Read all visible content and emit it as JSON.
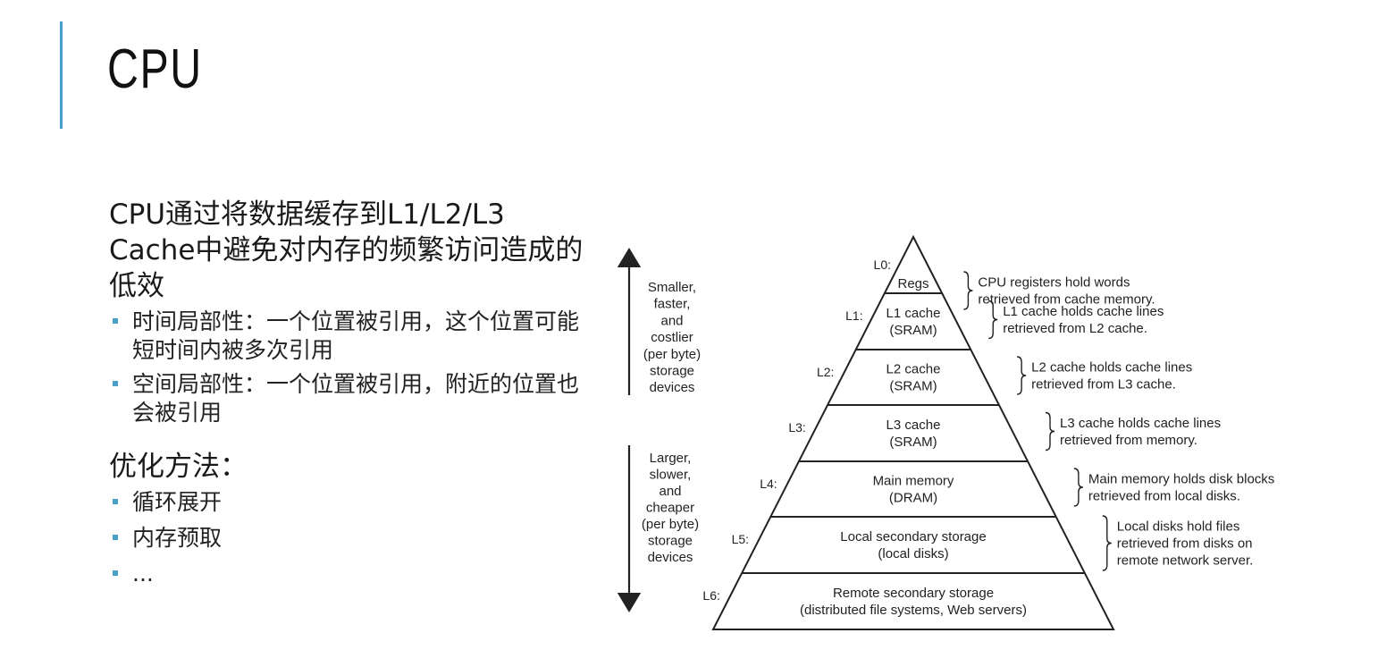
{
  "slide": {
    "title": "CPU"
  },
  "content": {
    "main_point": "CPU通过将数据缓存到L1/L2/L3 Cache中避免对内存的频繁访问造成的低效",
    "bullets": [
      "时间局部性：一个位置被引用，这个位置可能短时间内被多次引用",
      "空间局部性：一个位置被引用，附近的位置也会被引用"
    ],
    "second_point": "优化方法：",
    "methods": [
      "循环展开",
      "内存预取",
      "..."
    ]
  },
  "diagram": {
    "top_arrow_label": [
      "Smaller,",
      "faster,",
      "and",
      "costlier",
      "(per byte)",
      "storage",
      "devices"
    ],
    "bottom_arrow_label": [
      "Larger,",
      "slower,",
      "and",
      "cheaper",
      "(per byte)",
      "storage",
      "devices"
    ],
    "levels": [
      {
        "id": "L0:",
        "lines": [
          "Regs"
        ],
        "note": [
          "CPU registers hold words",
          "retrieved from cache memory."
        ]
      },
      {
        "id": "L1:",
        "lines": [
          "L1 cache",
          "(SRAM)"
        ],
        "note": [
          "L1 cache holds cache lines",
          "retrieved from L2 cache."
        ]
      },
      {
        "id": "L2:",
        "lines": [
          "L2 cache",
          "(SRAM)"
        ],
        "note": [
          "L2 cache holds cache lines",
          "retrieved from L3 cache."
        ]
      },
      {
        "id": "L3:",
        "lines": [
          "L3 cache",
          "(SRAM)"
        ],
        "note": [
          "L3 cache holds cache lines",
          "retrieved from memory."
        ]
      },
      {
        "id": "L4:",
        "lines": [
          "Main memory",
          "(DRAM)"
        ],
        "note": [
          "Main memory holds disk blocks",
          "retrieved from local disks."
        ]
      },
      {
        "id": "L5:",
        "lines": [
          "Local secondary storage",
          "(local disks)"
        ],
        "note": [
          "Local disks hold files",
          "retrieved from disks on",
          "remote network server."
        ]
      },
      {
        "id": "L6:",
        "lines": [
          "Remote secondary storage",
          "(distributed file systems, Web servers)"
        ],
        "note": []
      }
    ]
  }
}
